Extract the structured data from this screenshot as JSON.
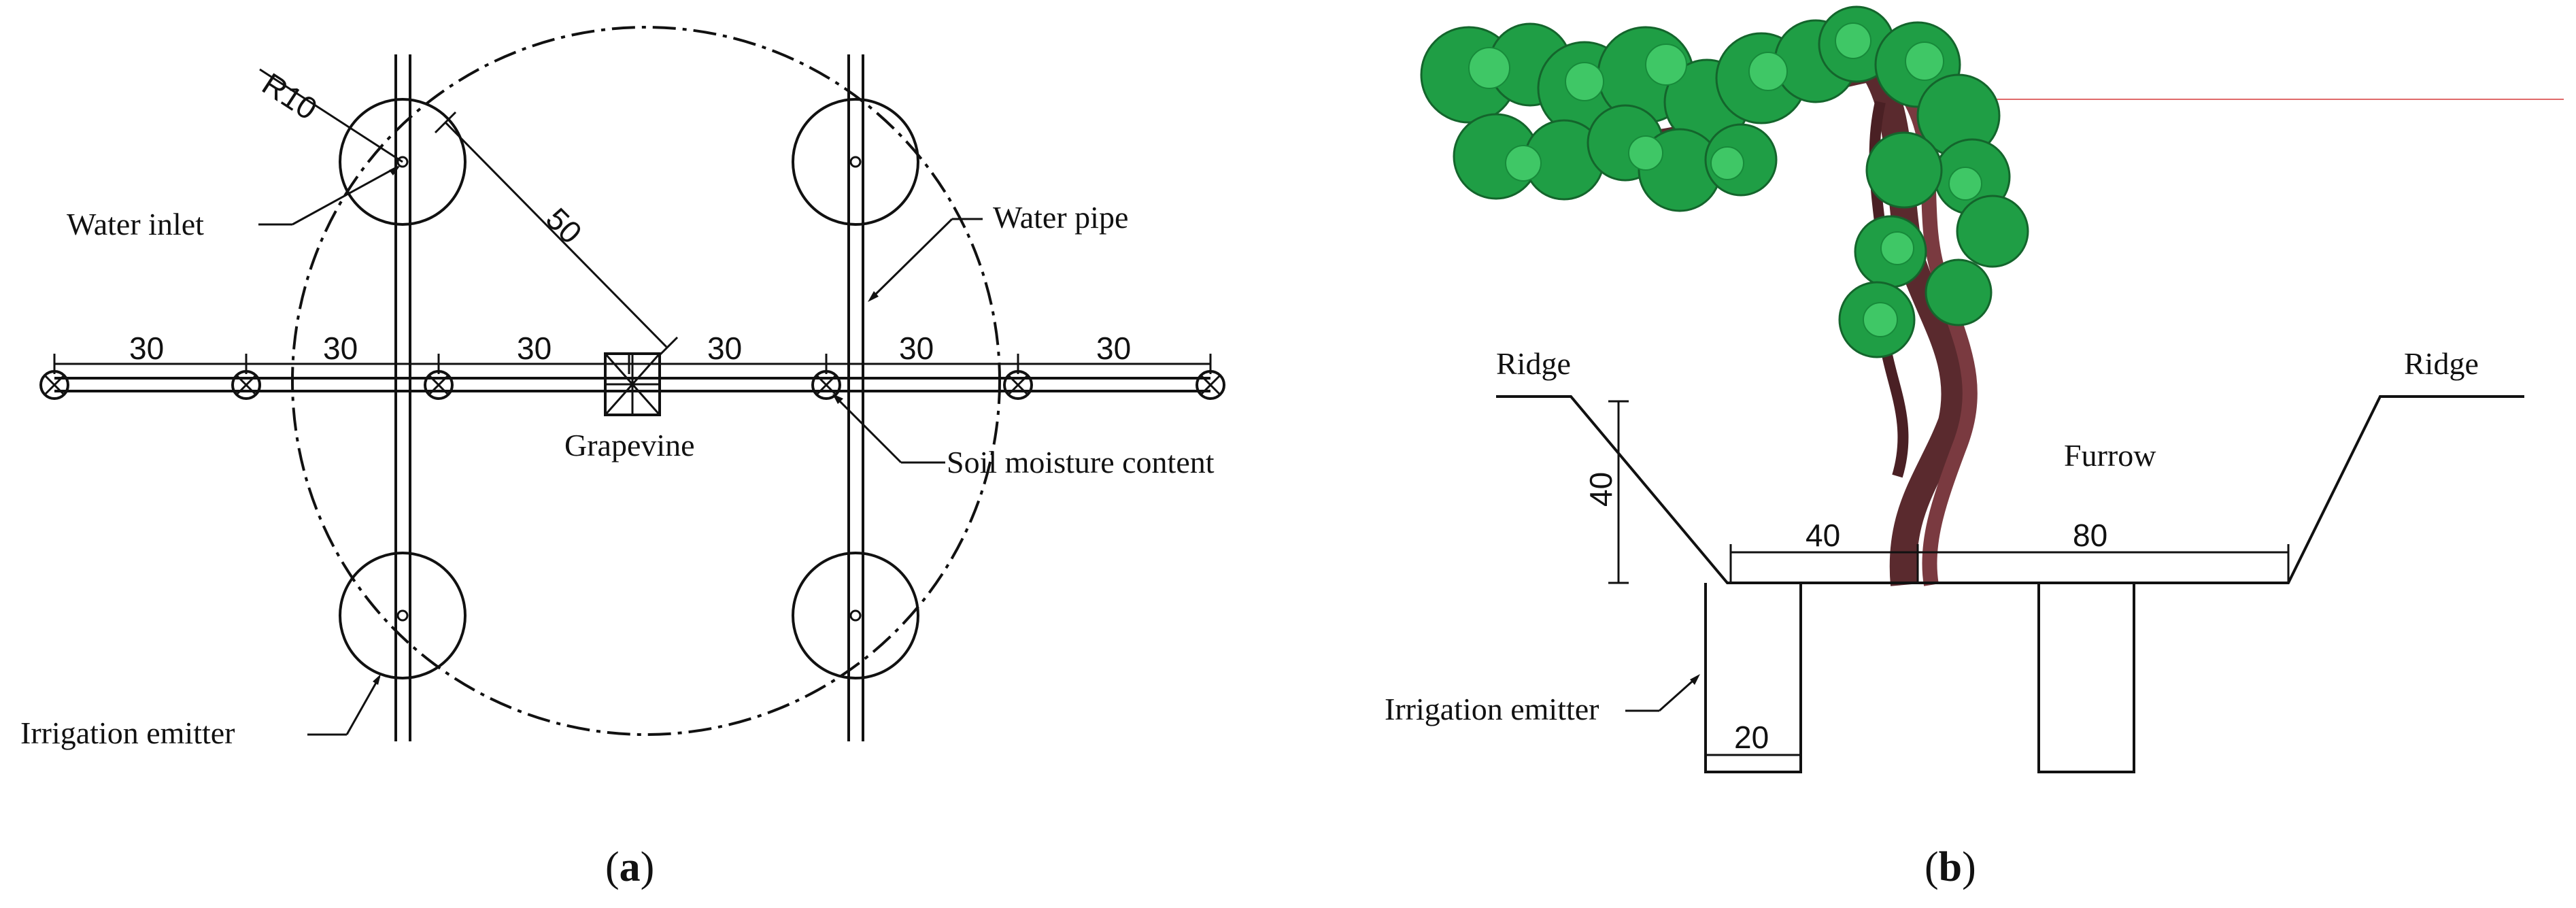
{
  "panel_a": {
    "label_open": "(",
    "label_letter": "a",
    "label_close": ")",
    "radius_label": "R10",
    "distance_label": "50",
    "spacing_labels": [
      "30",
      "30",
      "30",
      "30",
      "30",
      "30"
    ],
    "water_inlet": "Water inlet",
    "water_pipe": "Water pipe",
    "grapevine": "Grapevine",
    "soil_moisture": "Soil moisture content",
    "irrigation_emitter": "Irrigation emitter"
  },
  "panel_b": {
    "label_open": "(",
    "label_letter": "b",
    "label_close": ")",
    "ridge_left": "Ridge",
    "ridge_right": "Ridge",
    "furrow": "Furrow",
    "depth_label": "40",
    "width_left": "40",
    "width_right": "80",
    "emitter_width": "20",
    "irrigation_emitter": "Irrigation emitter"
  },
  "colors": {
    "line": "#111111",
    "leaf": "#1f9e45",
    "leaf_light": "#3fc766",
    "trunk": "#5a2a2e",
    "guide_line": "#e06a6a"
  }
}
